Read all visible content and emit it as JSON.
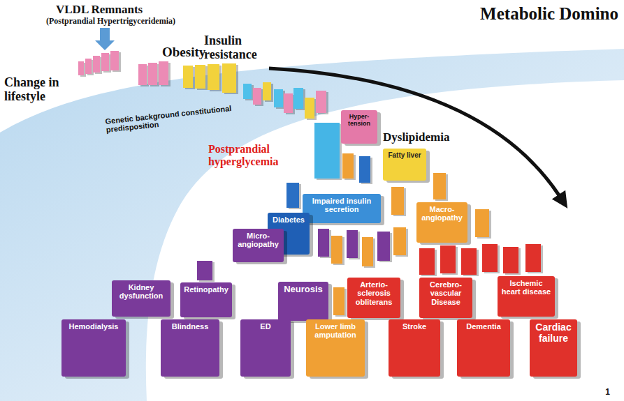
{
  "diagram": {
    "title": "Metabolic Domino",
    "nodes": [
      {
        "text": [
          "Hyper- tension"
        ]
      },
      {
        "text": [
          "Fatty liver"
        ]
      },
      {
        "text": [
          "Impaired insulin secretion"
        ]
      },
      {
        "text": [
          "Diabetes"
        ]
      },
      {
        "text": [
          "Macro- angiopathy"
        ]
      },
      {
        "text": [
          "Micro- angiopathy"
        ]
      },
      {
        "text": [
          "Kidney dysfunction"
        ]
      },
      {
        "text": [
          "Retinopathy"
        ]
      },
      {
        "text": [
          "Neurosis"
        ]
      },
      {
        "text": [
          "Arterio- sclerosis obliterans"
        ]
      },
      {
        "text": [
          "Cerebro- vascular Disease"
        ]
      },
      {
        "text": [
          "Ischemic heart disease"
        ]
      },
      {
        "text": [
          "Hemodialysis"
        ]
      },
      {
        "text": [
          "Blindness"
        ]
      },
      {
        "text": [
          "ED"
        ]
      },
      {
        "text": [
          "Lower limb amputation"
        ]
      },
      {
        "text": [
          "Stroke"
        ]
      },
      {
        "text": [
          "Dementia"
        ]
      },
      {
        "text": [
          "Cardiac failure"
        ]
      }
    ],
    "labels": [
      "VLDL Remnants",
      "(Postprandial Hypertrigyceridemia)",
      "Obesity",
      "Insulin resistance",
      "Change in lifestyle",
      "Genetic background constitutional predisposition",
      "Postprandial hyperglycemia",
      "Dyslipidemia",
      "1"
    ]
  }
}
